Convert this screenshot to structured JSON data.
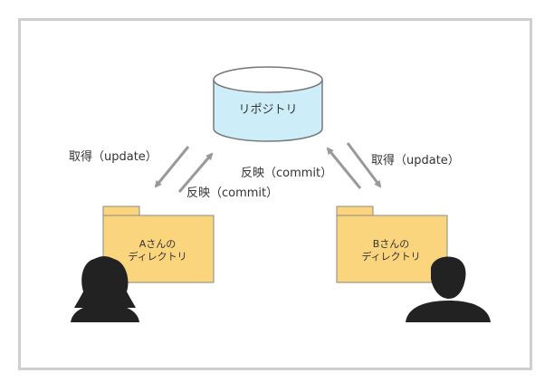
{
  "repository": {
    "label": "リポジトリ",
    "fill": "#cdeef8",
    "stroke": "#777777"
  },
  "arrows": {
    "left_get": "取得（update）",
    "left_commit": "反映（commit）",
    "right_commit": "反映（commit）",
    "right_get": "取得（update）",
    "color": "#999999"
  },
  "folders": {
    "a": {
      "line1": "Aさんの",
      "line2": "ディレクトリ"
    },
    "b": {
      "line1": "Bさんの",
      "line2": "ディレクトリ"
    },
    "fill": "#fbd47e",
    "stroke": "#888888"
  },
  "users": {
    "a": {
      "icon": "person-silhouette-icon"
    },
    "b": {
      "icon": "person-silhouette-icon"
    },
    "color": "#222222"
  }
}
